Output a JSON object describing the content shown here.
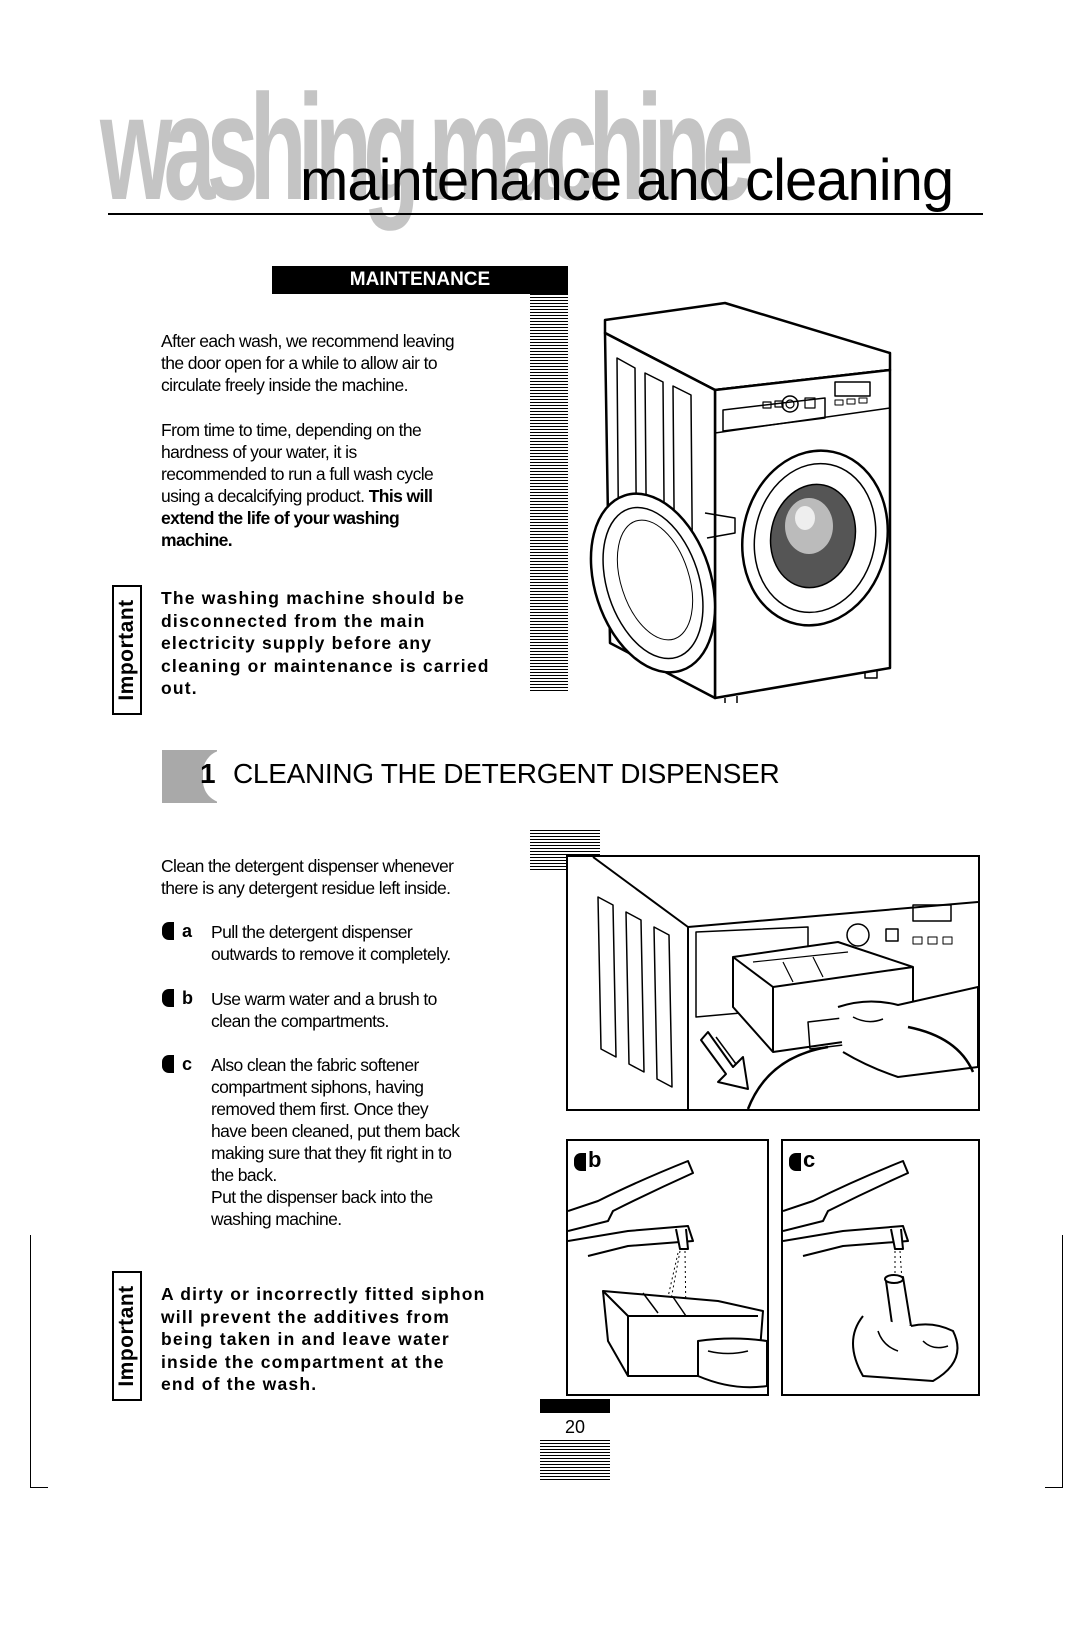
{
  "header": {
    "title_watermark": "washing machine",
    "title": "maintenance and cleaning"
  },
  "maintenance": {
    "section_label": "MAINTENANCE",
    "para1": [
      "After each wash, we recommend leaving",
      "the door open for a while to allow air to",
      "circulate freely inside the machine."
    ],
    "para2_lines": [
      "From time to time, depending on the",
      "hardness of your water, it is",
      "recommended to run a full wash cycle"
    ],
    "para2_line4_start": "using a decalcifying product. ",
    "para2_line4_bold": "This will",
    "para2_bold_lines": [
      "extend the life of your washing",
      "machine."
    ],
    "important_label": "Important",
    "important_text": [
      "The washing machine should be",
      "disconnected from the main",
      "electricity supply before any",
      "cleaning or maintenance is carried",
      "out."
    ]
  },
  "cleaning": {
    "number": "1",
    "heading": "CLEANING THE DETERGENT DISPENSER",
    "intro": [
      "Clean the detergent dispenser whenever",
      "there is any detergent residue left inside."
    ],
    "steps": [
      {
        "letter": "a",
        "lines": [
          "Pull the detergent dispenser",
          "outwards to remove it completely."
        ]
      },
      {
        "letter": "b",
        "lines": [
          "Use warm water and a brush to",
          "clean the compartments."
        ]
      },
      {
        "letter": "c",
        "lines": [
          "Also clean the fabric softener",
          "compartment siphons, having",
          "removed them first. Once they",
          "have been cleaned, put them back",
          "making sure that they fit right in to",
          "the back.",
          "Put the dispenser back into the",
          "washing machine."
        ]
      }
    ],
    "important_label": "Important",
    "important_text": [
      "A dirty or incorrectly fitted siphon",
      "will prevent the additives from",
      "being taken in and leave water",
      "inside the compartment at the",
      "end of the wash."
    ],
    "illustration_labels": [
      "b",
      "c"
    ]
  },
  "footer": {
    "page_number": "20"
  }
}
